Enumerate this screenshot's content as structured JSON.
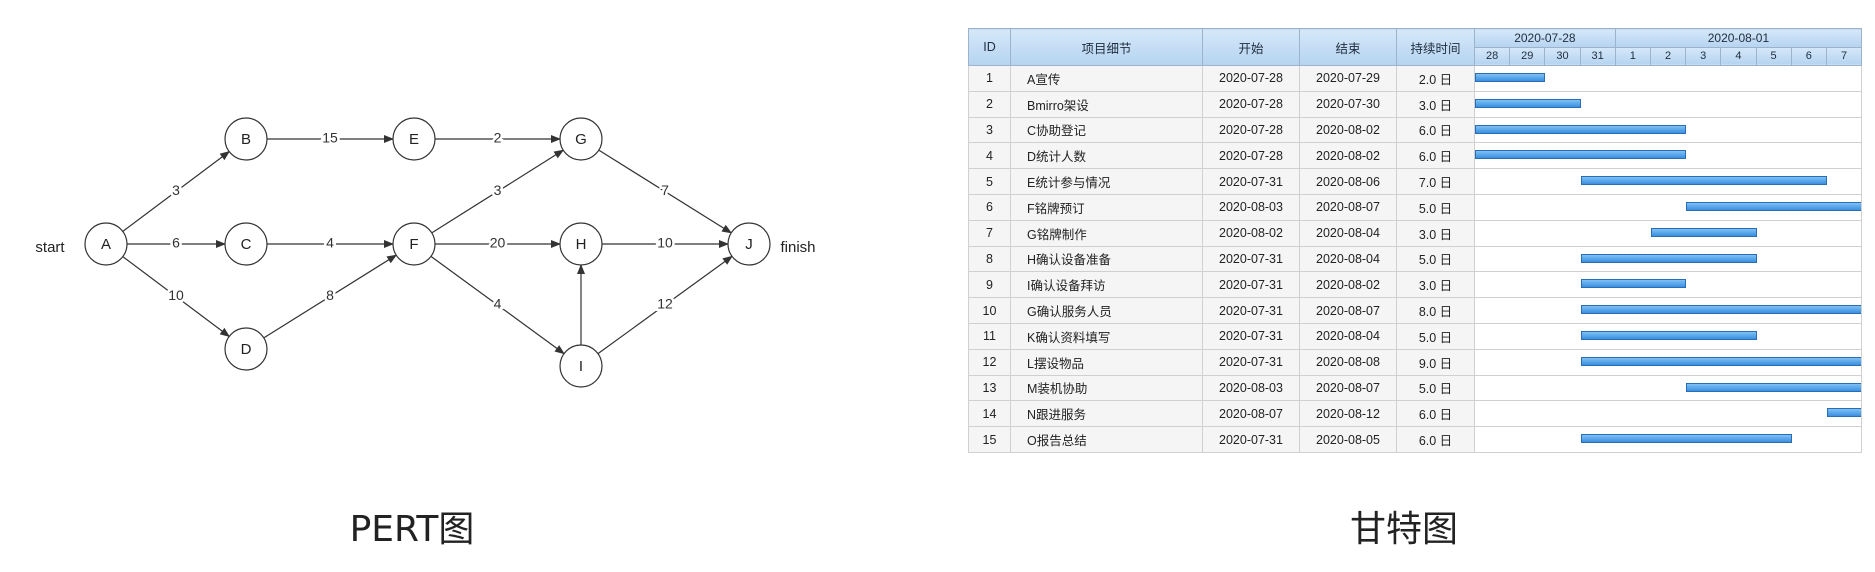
{
  "pert": {
    "caption": "PERT图",
    "start_label": "start",
    "finish_label": "finish",
    "nodes": [
      "A",
      "B",
      "C",
      "D",
      "E",
      "F",
      "G",
      "H",
      "I",
      "J"
    ],
    "edges": [
      {
        "from": "A",
        "to": "B",
        "weight": "3"
      },
      {
        "from": "A",
        "to": "C",
        "weight": "6"
      },
      {
        "from": "A",
        "to": "D",
        "weight": "10"
      },
      {
        "from": "B",
        "to": "E",
        "weight": "15"
      },
      {
        "from": "C",
        "to": "F",
        "weight": "4"
      },
      {
        "from": "D",
        "to": "F",
        "weight": "8"
      },
      {
        "from": "E",
        "to": "G",
        "weight": "2"
      },
      {
        "from": "F",
        "to": "G",
        "weight": "3"
      },
      {
        "from": "F",
        "to": "H",
        "weight": "20"
      },
      {
        "from": "F",
        "to": "I",
        "weight": "4"
      },
      {
        "from": "I",
        "to": "H",
        "weight": ""
      },
      {
        "from": "G",
        "to": "J",
        "weight": "7"
      },
      {
        "from": "H",
        "to": "J",
        "weight": "10"
      },
      {
        "from": "I",
        "to": "J",
        "weight": "12"
      }
    ]
  },
  "gantt": {
    "caption": "甘特图",
    "headers": {
      "id": "ID",
      "task": "项目细节",
      "start": "开始",
      "end": "结束",
      "duration": "持续时间"
    },
    "month_headers": [
      "2020-07-28",
      "2020-08-01"
    ],
    "days": [
      "28",
      "29",
      "30",
      "31",
      "1",
      "2",
      "3",
      "4",
      "5",
      "6",
      "7"
    ],
    "timeline_start": "2020-07-28",
    "rows": [
      {
        "id": "1",
        "task": "A宣传",
        "start": "2020-07-28",
        "end": "2020-07-29",
        "duration": "2.0 日"
      },
      {
        "id": "2",
        "task": "Bmirro架设",
        "start": "2020-07-28",
        "end": "2020-07-30",
        "duration": "3.0 日"
      },
      {
        "id": "3",
        "task": "C协助登记",
        "start": "2020-07-28",
        "end": "2020-08-02",
        "duration": "6.0 日"
      },
      {
        "id": "4",
        "task": "D统计人数",
        "start": "2020-07-28",
        "end": "2020-08-02",
        "duration": "6.0 日"
      },
      {
        "id": "5",
        "task": "E统计参与情况",
        "start": "2020-07-31",
        "end": "2020-08-06",
        "duration": "7.0 日"
      },
      {
        "id": "6",
        "task": "F铭牌预订",
        "start": "2020-08-03",
        "end": "2020-08-07",
        "duration": "5.0 日"
      },
      {
        "id": "7",
        "task": "G铭牌制作",
        "start": "2020-08-02",
        "end": "2020-08-04",
        "duration": "3.0 日"
      },
      {
        "id": "8",
        "task": "H确认设备准备",
        "start": "2020-07-31",
        "end": "2020-08-04",
        "duration": "5.0 日"
      },
      {
        "id": "9",
        "task": "I确认设备拜访",
        "start": "2020-07-31",
        "end": "2020-08-02",
        "duration": "3.0 日"
      },
      {
        "id": "10",
        "task": "G确认服务人员",
        "start": "2020-07-31",
        "end": "2020-08-07",
        "duration": "8.0 日"
      },
      {
        "id": "11",
        "task": "K确认资料填写",
        "start": "2020-07-31",
        "end": "2020-08-04",
        "duration": "5.0 日"
      },
      {
        "id": "12",
        "task": "L摆设物品",
        "start": "2020-07-31",
        "end": "2020-08-08",
        "duration": "9.0 日"
      },
      {
        "id": "13",
        "task": "M装机协助",
        "start": "2020-08-03",
        "end": "2020-08-07",
        "duration": "5.0 日"
      },
      {
        "id": "14",
        "task": "N跟进服务",
        "start": "2020-08-07",
        "end": "2020-08-12",
        "duration": "6.0 日"
      },
      {
        "id": "15",
        "task": "O报告总结",
        "start": "2020-07-31",
        "end": "2020-08-05",
        "duration": "6.0 日"
      }
    ]
  }
}
